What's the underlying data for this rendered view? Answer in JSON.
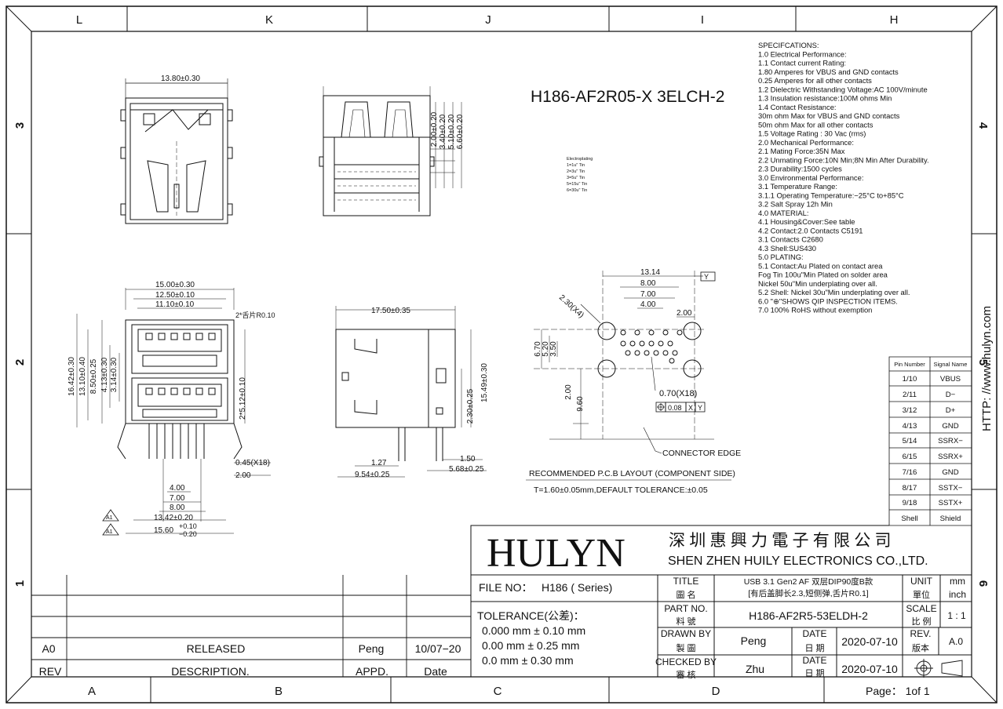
{
  "frame": {
    "top_columns": [
      "L",
      "K",
      "J",
      "I",
      "H"
    ],
    "bottom_columns": [
      "A",
      "B",
      "C",
      "D"
    ],
    "left_rows": [
      "3",
      "2",
      "1"
    ],
    "right_rows": [
      "4",
      "5",
      "6"
    ],
    "url": "HTTP: //www.hulyn.com"
  },
  "drawing": {
    "part_code": "H186-AF2R05-X 3ELCH-2",
    "electroplating": {
      "title": "Electroplating",
      "items": [
        "1=1u\" Tin",
        "2=3u\" Tin",
        "3=5u\" Tin",
        "5=15u\" Tin",
        "6=30u\" Tin"
      ]
    },
    "top_view": {
      "width_dim": "13.80±0.30"
    },
    "side_top_view": {
      "dims": [
        "2.00±0.20",
        "3.40±0.20",
        "5.10±0.20",
        "6.60±0.20"
      ]
    },
    "front_view": {
      "dims_top": [
        "15.00±0.30",
        "12.50±0.10",
        "11.10±0.10"
      ],
      "note": "2*舌片R0.10",
      "dims_left": [
        "16.42±0.30",
        "13.10±0.40",
        "8.50±0.25",
        "4.13±0.30",
        "3.14±0.30"
      ],
      "dim_right": "2*5.12±0.10",
      "pin_dims": [
        "0.45(X18)",
        "2.00"
      ],
      "pitch_dims": [
        "4.00",
        "7.00",
        "8.00"
      ],
      "bottom_dims": [
        "13.42±0.20",
        "15.60"
      ],
      "tol_plus": "+0.10",
      "tol_minus": "−0.20",
      "marks": [
        "A1",
        "A1"
      ]
    },
    "side_view": {
      "top_dim": "17.50±0.35",
      "right_dims": [
        "15.49±0.30",
        "2.30±0.25"
      ],
      "bottom_dims": [
        "1.27",
        "9.54±0.25",
        "1.50",
        "5.68±0.25"
      ]
    },
    "pcb_layout": {
      "dims_top": [
        "13.14",
        "8.00",
        "7.00",
        "4.00",
        "2.00"
      ],
      "dims_left": [
        "6.70",
        "5.20",
        "3.50"
      ],
      "dims_bottom": [
        "2.00",
        "9.60"
      ],
      "hole_large": "2.30(X4)",
      "hole_small": "0.70(X18)",
      "position_tol": [
        "0.08",
        "X",
        "Y"
      ],
      "datum_y": "Y",
      "connector_edge": "CONNECTOR EDGE",
      "title": "RECOMMENDED P.C.B LAYOUT (COMPONENT SIDE)",
      "subtitle": "T=1.60±0.05mm,DEFAULT TOLERANCE:±0.05"
    },
    "specifications": [
      "SPECIFCATIONS:",
      "1.0  Electrical Performance:",
      "1.1  Contact current Rating:",
      "       1.80 Amperes for VBUS and GND contacts",
      "     0.25 Amperes for all other contacts",
      "1.2  Dielectric Withstanding Voltage:AC 100V/minute",
      "1.3  Insulation resistance:100M ohms Min",
      "1.4  Contact Resistance:",
      "     30m ohm Max for VBUS and GND contacts",
      "     50m ohm Max for all other contacts",
      "1.5  Voltage Rating : 30 Vac (rms)",
      "2.0  Mechanical Performance:",
      "2.1  Mating Force:35N Max",
      "2.2  Unmating Force:10N Min;8N Min After Durability.",
      "2.3  Durability:1500 cycles",
      "3.0  Environmental Performance:",
      "3.1  Temperature Range:",
      "3.1.1  Operating Temperature:−25°C to+85°C",
      "3.2    Salt Spray 12h Min",
      "4.0  MATERIAL:",
      "4.1  Housing&Cover:See table",
      "4.2  Contact:2.0 Contacts C5191",
      "               3.1 Contacts C2680",
      "4.3  Shell:SUS430",
      "5.0  PLATING:",
      "5.1  Contact:Au Plated on contact area",
      "                  Fog Tin 100u\"Min Plated on solder area",
      "                  Nickel 50u\"Min underplating over all.",
      "5.2  Shell:   Nickel 30u\"Min underplating over all.",
      "6.0  \"⊕\"SHOWS QIP INSPECTION ITEMS.",
      "7.0  100% RoHS without exemption"
    ]
  },
  "pin_table": {
    "headers": [
      "Pin Number",
      "Signal Name"
    ],
    "rows": [
      [
        "1/10",
        "VBUS"
      ],
      [
        "2/11",
        "D−"
      ],
      [
        "3/12",
        "D+"
      ],
      [
        "4/13",
        "GND"
      ],
      [
        "5/14",
        "SSRX−"
      ],
      [
        "6/15",
        "SSRX+"
      ],
      [
        "7/16",
        "GND"
      ],
      [
        "8/17",
        "SSTX−"
      ],
      [
        "9/18",
        "SSTX+"
      ],
      [
        "Shell",
        "Shield"
      ]
    ]
  },
  "title_block": {
    "logo": "HULYN",
    "company_cn": "深 圳 惠 興 力 電 子 有 限 公 司",
    "company_en": "SHEN ZHEN HUILY ELECTRONICS CO.,LTD.",
    "file_no_label": "FILE NO：",
    "file_no": "H186 ( Series)",
    "tolerance_label": "TOLERANCE(公差)：",
    "tolerances": [
      "0.000 mm ± 0.10 mm",
      "0.00 mm   ± 0.25 mm",
      "0.0 mm     ± 0.30 mm"
    ],
    "title_label": "TITLE",
    "title_label_cn": "圖  名",
    "title_value_1": "USB 3.1 Gen2 AF 双层DIP90度B款",
    "title_value_2": "[有后盖脚长2.3,短侧弹,舌片R0.1]",
    "unit_label": "UNIT",
    "unit_label_cn": "單位",
    "unit_value_1": "mm",
    "unit_value_2": "inch",
    "part_no_label": "PART NO.",
    "part_no_label_cn": "料  號",
    "part_no": "H186-AF2R5-53ELDH-2",
    "scale_label": "SCALE",
    "scale_label_cn": "比 例",
    "scale_value": "1 : 1",
    "drawn_label": "DRAWN BY",
    "drawn_label_cn": "製  圖",
    "drawn_by": "Peng",
    "date_label": "DATE",
    "date_label_cn": "日  期",
    "drawn_date": "2020-07-10",
    "rev_label": "REV.",
    "rev_label_cn": "版本",
    "rev_value": "A.0",
    "checked_label": "CHECKED BY",
    "checked_label_cn": "審  核",
    "checked_by": "Zhu",
    "checked_date": "2020-07-10",
    "page": "Page： 1of 1"
  },
  "revision_table": {
    "rev": "A0",
    "description": "RELEASED",
    "appd": "Peng",
    "date": "10/07−20",
    "headers": [
      "REV",
      "DESCRIPTION.",
      "APPD.",
      "Date"
    ]
  }
}
